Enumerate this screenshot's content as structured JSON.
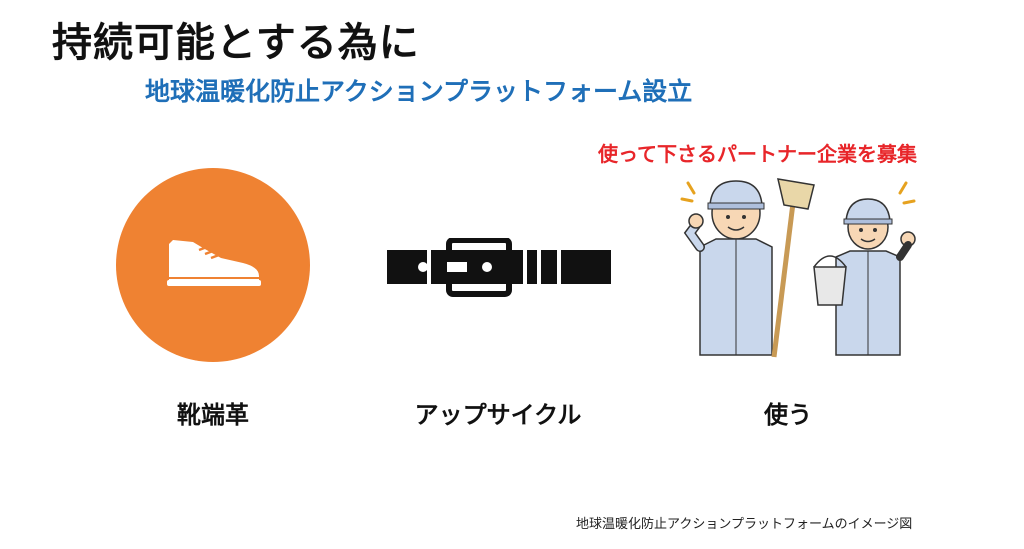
{
  "title": "持続可能とする為に",
  "subtitle": "地球温暖化防止アクションプラットフォーム設立",
  "recruit_note": "使って下さるパートナー企業を募集",
  "columns": [
    {
      "label": "靴端革",
      "icon": "shoe-icon",
      "color": "#ef8232"
    },
    {
      "label": "アップサイクル",
      "icon": "belt-icon"
    },
    {
      "label": "使う",
      "icon": "workers-illustration"
    }
  ],
  "caption": "地球温暖化防止アクションプラットフォームのイメージ図",
  "colors": {
    "title": "#111111",
    "subtitle": "#1f6fb8",
    "recruit": "#e8262a",
    "circle": "#ef8232",
    "uniform": "#c9d7ec"
  }
}
